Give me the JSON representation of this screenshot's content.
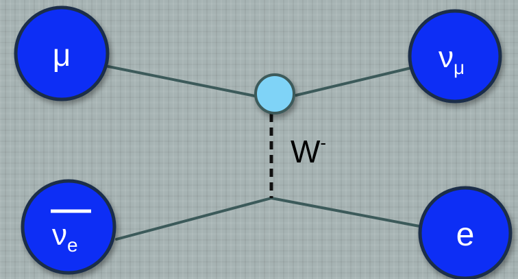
{
  "diagram": {
    "particles": {
      "muon": {
        "label": "μ"
      },
      "muon_neutrino": {
        "label": "ν",
        "subscript": "μ"
      },
      "electron_antineutrino": {
        "label": "ν",
        "subscript": "e",
        "overbar": true
      },
      "electron": {
        "label": "e"
      }
    },
    "boson": {
      "label": "W",
      "superscript": "-"
    }
  },
  "colors": {
    "particle_fill": "#0a2ff5",
    "particle_stroke": "#1a2f4a",
    "vertex_fill": "#7fd3f7",
    "line": "#3c5a5a",
    "background": "#a6b3b3"
  }
}
